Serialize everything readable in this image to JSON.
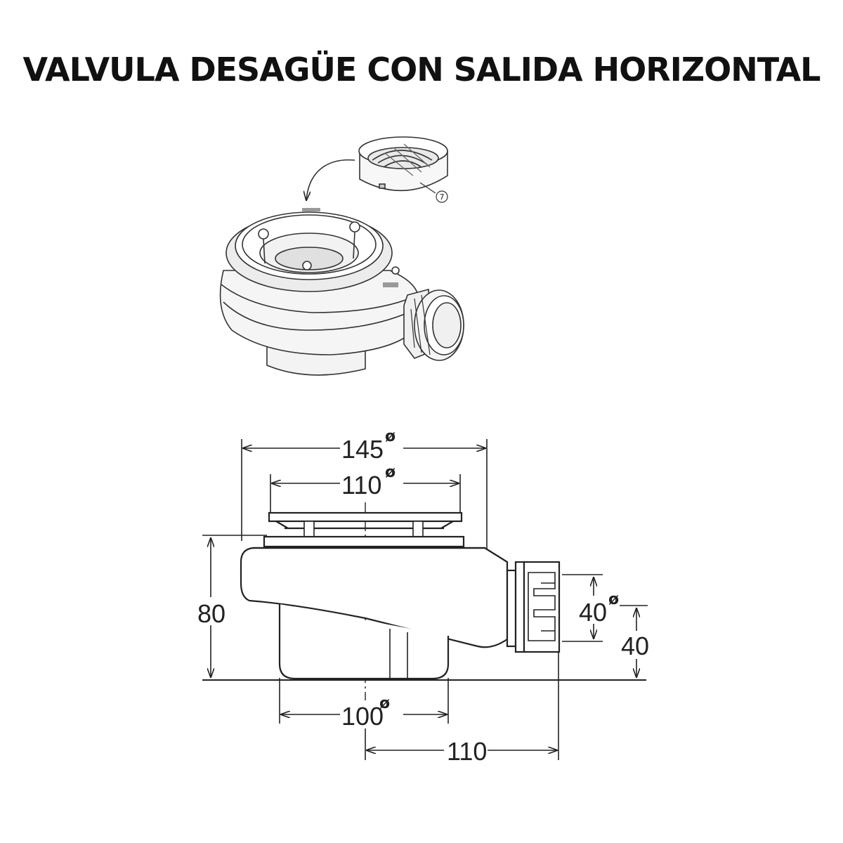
{
  "title": "VALVULA DESAGÜE CON SALIDA HORIZONTAL",
  "diameter_symbol": "ø",
  "part_number": "7",
  "dimensions": {
    "outer_diameter": "145",
    "grate_diameter": "110",
    "height": "80",
    "outlet_diameter": "40",
    "outlet_height": "40",
    "base_diameter": "100",
    "outlet_offset": "110"
  }
}
